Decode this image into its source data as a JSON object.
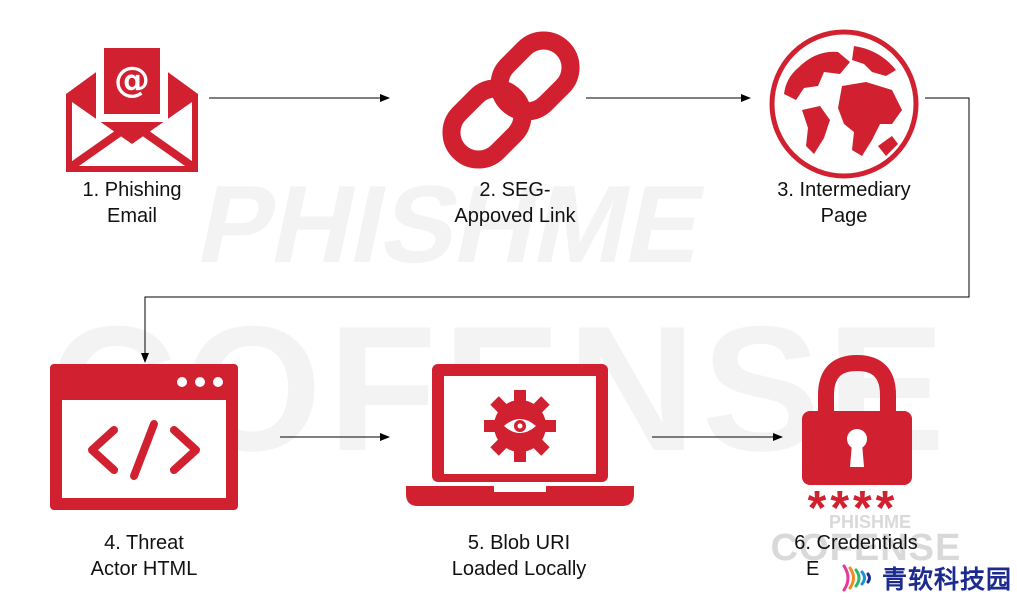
{
  "colors": {
    "accent": "#d1202f",
    "arrow": "#000000",
    "text": "#111111",
    "watermark": "#f2f2f2",
    "brand": "#1d2b8f"
  },
  "watermark": {
    "brand_top": "PHISHME",
    "brand_main": "COFENSE"
  },
  "steps": [
    {
      "icon": "envelope-at-icon",
      "line1": "1. Phishing",
      "line2": "Email"
    },
    {
      "icon": "chain-link-icon",
      "line1": "2. SEG-",
      "line2": "Appoved Link"
    },
    {
      "icon": "globe-icon",
      "line1": "3. Intermediary",
      "line2": "Page"
    },
    {
      "icon": "code-window-icon",
      "line1": "4. Threat",
      "line2": "Actor HTML"
    },
    {
      "icon": "laptop-eye-gear-icon",
      "line1": "5. Blob URI",
      "line2": "Loaded Locally"
    },
    {
      "icon": "padlock-password-icon",
      "line1": "6. Credentials",
      "line2": "E"
    }
  ],
  "password_mask": "****",
  "badge_watermark": {
    "top": "PHISHME",
    "main": "COFENSE"
  },
  "corner_brand": {
    "text": "青软科技园",
    "icon": "signal-waves-logo-icon"
  }
}
